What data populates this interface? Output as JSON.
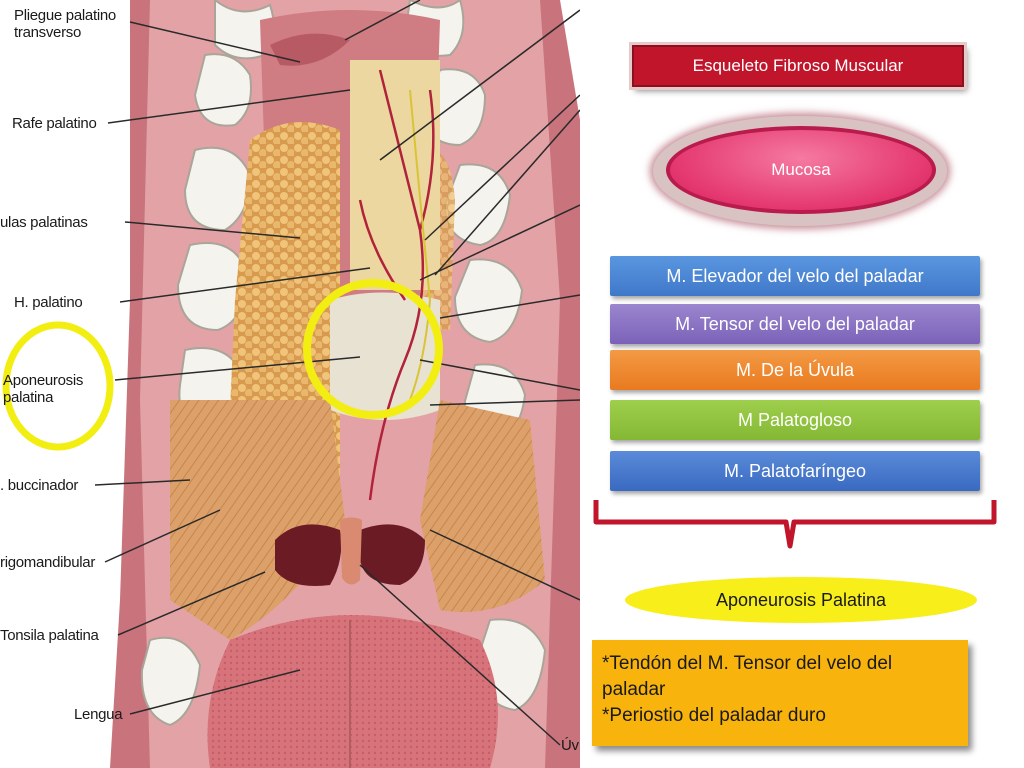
{
  "illustration": {
    "labels": [
      {
        "key": "pliegue",
        "text": "Pliegue palatino\ntransverso"
      },
      {
        "key": "rafe",
        "text": "Rafe palatino"
      },
      {
        "key": "glandulas",
        "text": "ulas palatinas"
      },
      {
        "key": "h_palatino",
        "text": "H. palatino"
      },
      {
        "key": "aponeurosis",
        "text": "Aponeurosis\npalatina"
      },
      {
        "key": "buccinador",
        "text": ". buccinador"
      },
      {
        "key": "pterigo",
        "text": "rigomandibular"
      },
      {
        "key": "tonsila",
        "text": "Tonsila palatina"
      },
      {
        "key": "lengua",
        "text": "Lengua"
      },
      {
        "key": "uvula",
        "text": "Úv"
      }
    ],
    "colors": {
      "highlight_circle": "#f2ee12",
      "mucosa": "#d98a92",
      "glands": "#e7b46a",
      "aponeurosis_area": "#ece0c0",
      "muscle": "#d99a63",
      "teeth": "#f2f2ee"
    }
  },
  "panel": {
    "skeleton": "Esqueleto Fibroso Muscular",
    "mucosa": "Mucosa",
    "muscles": [
      {
        "key": "elevador",
        "label": "M. Elevador del velo del paladar",
        "color": "#4a86d6"
      },
      {
        "key": "tensor",
        "label": "M. Tensor del velo del paladar",
        "color": "#8c74c4"
      },
      {
        "key": "uvula",
        "label": "M. De la Úvula",
        "color": "#ee8a30"
      },
      {
        "key": "palatogloso",
        "label": "M Palatogloso",
        "color": "#8fc23e"
      },
      {
        "key": "palatofaringeo",
        "label": "M. Palatofaríngeo",
        "color": "#4a7ad0"
      }
    ],
    "bracket_color": "#c0152b",
    "aponeurosis": "Aponeurosis Palatina",
    "notes": [
      "*Tendón del M. Tensor del velo del paladar",
      "*Periostio del paladar duro"
    ]
  }
}
